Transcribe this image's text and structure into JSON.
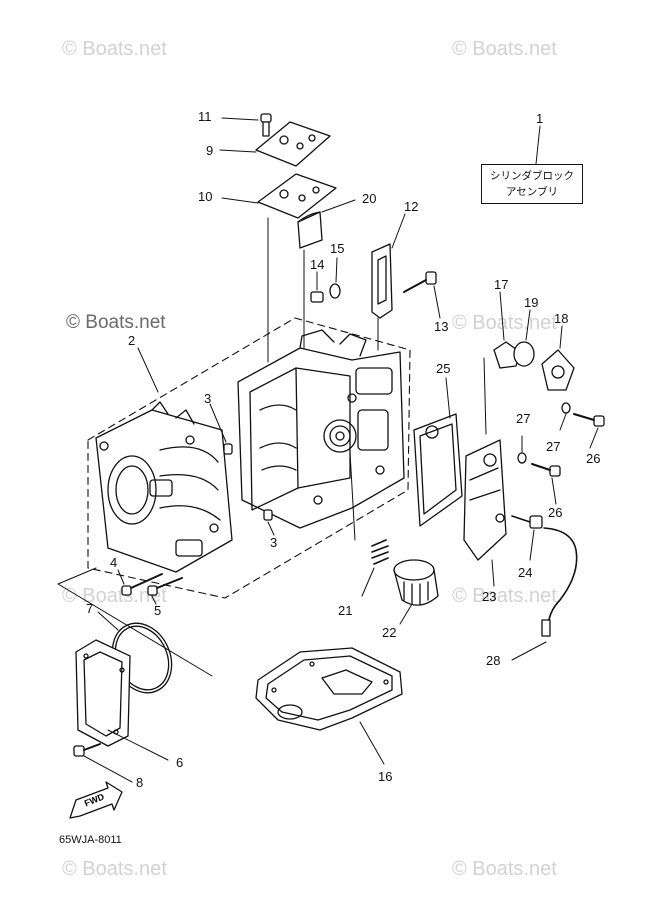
{
  "watermarks": {
    "top_left": "© Boats.net",
    "top_right": "© Boats.net",
    "mid_left": "© Boats.net",
    "mid_right": "© Boats.net",
    "lower_left": "© Boats.net",
    "lower_right": "© Boats.net",
    "bottom_left": "© Boats.net",
    "bottom_right": "© Boats.net"
  },
  "callouts": {
    "c1": "1",
    "c2": "2",
    "c3a": "3",
    "c3b": "3",
    "c4": "4",
    "c5": "5",
    "c6": "6",
    "c7": "7",
    "c8": "8",
    "c9": "9",
    "c10": "10",
    "c11": "11",
    "c12": "12",
    "c13": "13",
    "c14": "14",
    "c15": "15",
    "c16": "16",
    "c17": "17",
    "c18": "18",
    "c19": "19",
    "c20": "20",
    "c21": "21",
    "c22": "22",
    "c23": "23",
    "c24": "24",
    "c25": "25",
    "c26a": "26",
    "c26b": "26",
    "c27a": "27",
    "c27b": "27",
    "c28": "28"
  },
  "assembly_label": {
    "line1": "シリンダブロック",
    "line2": "アセンブリ"
  },
  "fwd_badge": "FWD",
  "diagram_code": "65WJA-8011"
}
